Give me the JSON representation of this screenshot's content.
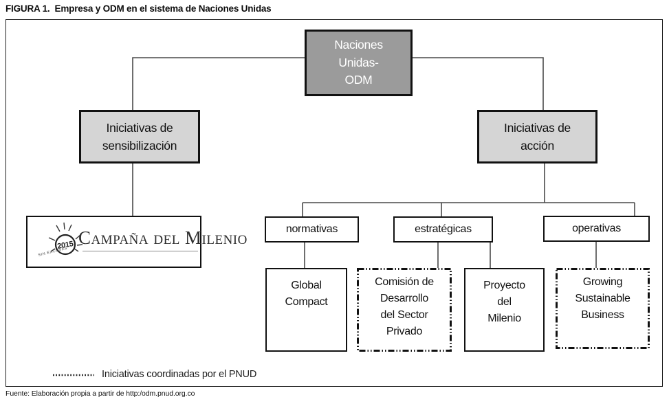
{
  "title": "FIGURA 1.  Empresa y ODM en el sistema de Naciones Unidas",
  "source_note": "Fuente: Elaboración propia a partir de http:/odm.pnud.org.co",
  "legend": {
    "pnud_label": "Iniciativas coordinadas por el PNUD"
  },
  "colors": {
    "root_fill": "#9b9b9b",
    "branch_fill": "#d5d5d5",
    "border": "#111111",
    "connector": "#4a4a4a"
  },
  "nodes": {
    "root": {
      "label": "Naciones\nUnidas-\nODM"
    },
    "sensibilizacion": {
      "label": "Iniciativas de\nsensibilización"
    },
    "accion": {
      "label": "Iniciativas de\nacción"
    },
    "campania": {
      "label": "Campaña del Milenio",
      "logo_year": "2015",
      "logo_small_text": "sin excusas"
    },
    "normativas": {
      "label": "normativas"
    },
    "estrategicas": {
      "label": "estratégicas"
    },
    "operativas": {
      "label": "operativas"
    },
    "global_compact": {
      "label": "Global\nCompact"
    },
    "comision": {
      "label": "Comisión de\nDesarrollo\ndel Sector\nPrivado"
    },
    "proyecto_milenio": {
      "label": "Proyecto\ndel\nMilenio"
    },
    "growing_sustainable_business": {
      "label": "Growing\nSustainable\nBusiness"
    }
  }
}
